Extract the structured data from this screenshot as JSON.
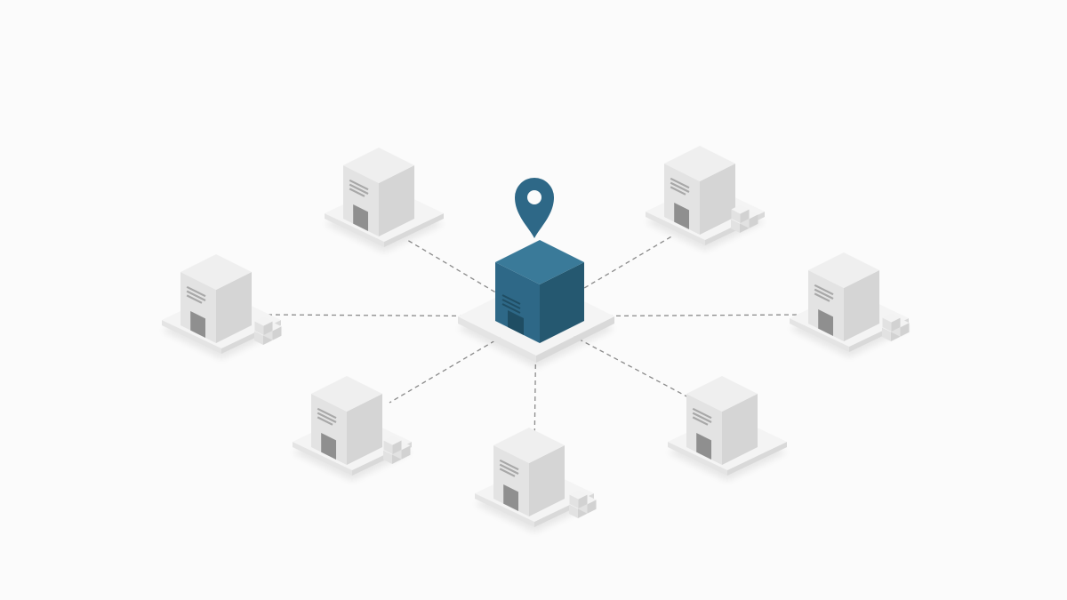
{
  "diagram": {
    "type": "hub-and-spoke",
    "hub": {
      "name": "central-warehouse",
      "color": "#2e6887",
      "marker": "location-pin-icon"
    },
    "spokes": [
      {
        "name": "warehouse-top-left",
        "has_boxes": false
      },
      {
        "name": "warehouse-top-right",
        "has_boxes": true
      },
      {
        "name": "warehouse-left",
        "has_boxes": true
      },
      {
        "name": "warehouse-right",
        "has_boxes": true
      },
      {
        "name": "warehouse-bottom-left",
        "has_boxes": true
      },
      {
        "name": "warehouse-bottom",
        "has_boxes": true
      },
      {
        "name": "warehouse-bottom-right",
        "has_boxes": false
      }
    ],
    "connector_style": "dashed",
    "colors": {
      "background": "#fbfbfb",
      "building_top": "#efefef",
      "building_left": "#e3e3e3",
      "building_right": "#d5d5d5",
      "door": "#8f8f8f",
      "connector": "#8a8a8a"
    }
  }
}
